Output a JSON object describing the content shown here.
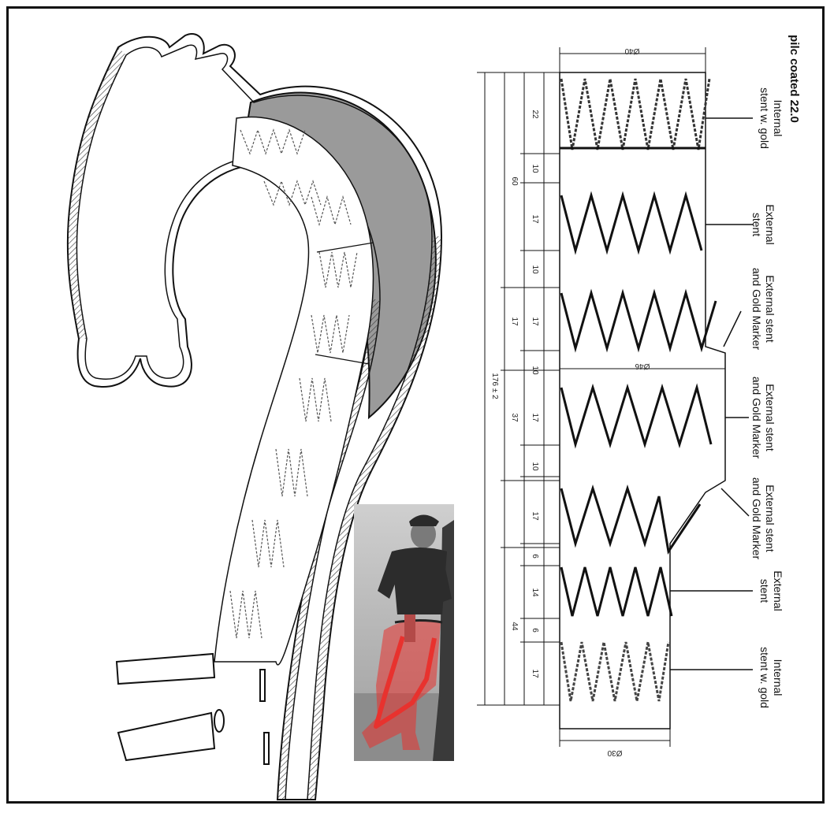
{
  "title": "pilc coated 22.0",
  "labels": {
    "internal_top": [
      "Internal",
      "stent w. gold"
    ],
    "external_1": [
      "External",
      "stent"
    ],
    "external_gold_1": [
      "External stent",
      "and Gold Marker"
    ],
    "external_gold_2": [
      "External stent",
      "and Gold Marker"
    ],
    "external_gold_3": [
      "External stent",
      "and Gold Marker"
    ],
    "external_2": [
      "External",
      "stent"
    ],
    "internal_bottom": [
      "Internal",
      "stent w. gold"
    ]
  },
  "diameters": {
    "top": "Ø40",
    "middle": "Ø46",
    "bottom": "Ø30"
  },
  "dimensions": {
    "inner": [
      "22",
      "10",
      "17",
      "10",
      "17",
      "10",
      "17",
      "10",
      "17",
      "6",
      "14",
      "6",
      "17"
    ],
    "groups": [
      "60",
      "17",
      "37",
      "44"
    ],
    "total": "176 ± 2"
  },
  "colors": {
    "aneurysm_fill": "#9a9a9a",
    "overlay_red": "#e8322e",
    "line": "#111111"
  }
}
